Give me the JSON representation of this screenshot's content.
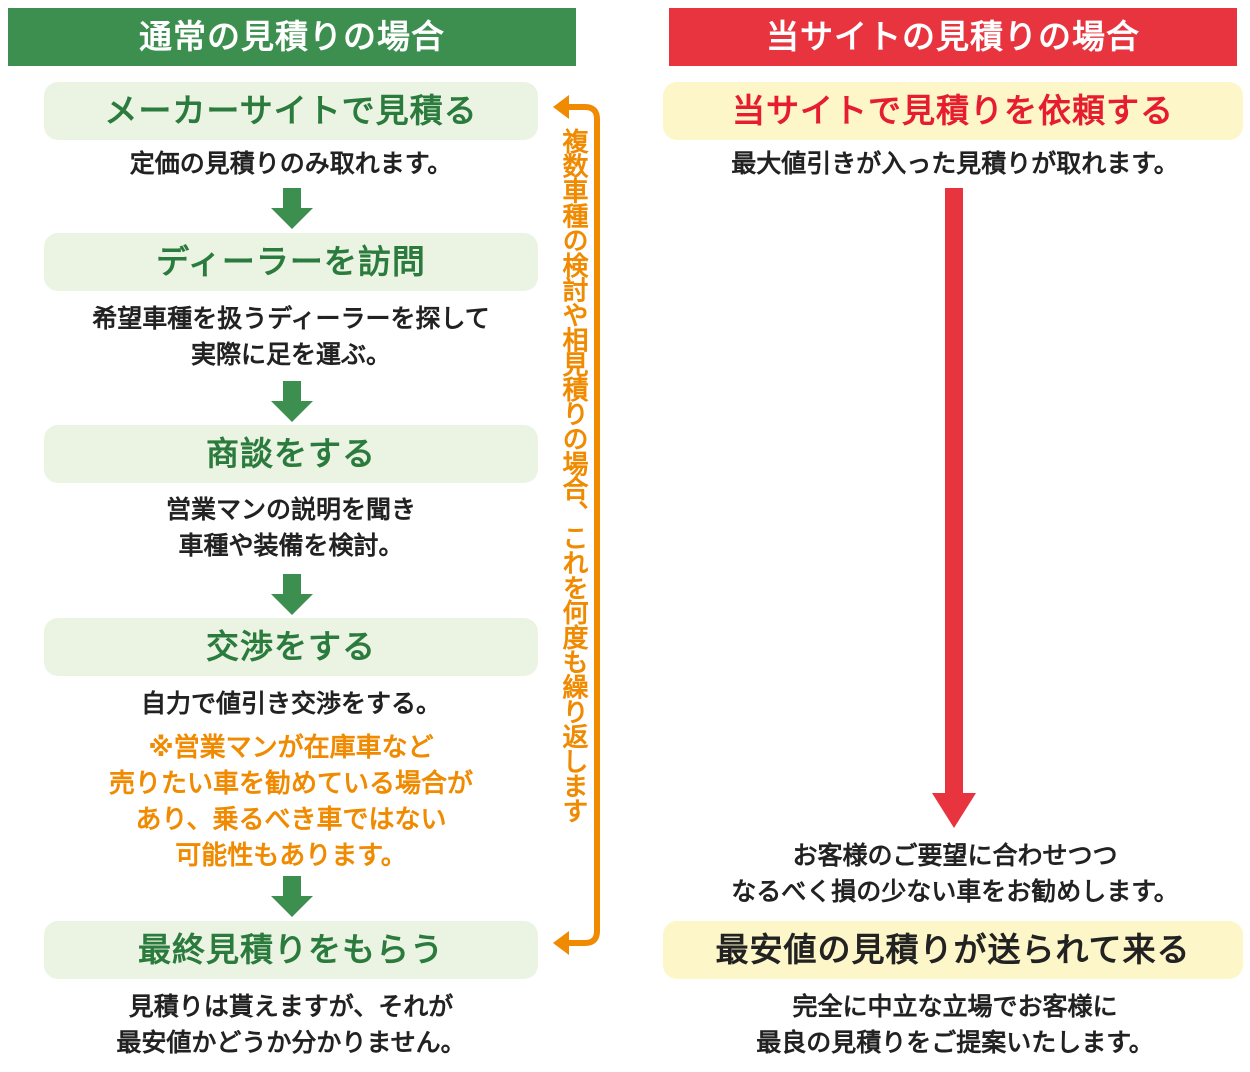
{
  "colors": {
    "green": "#3d8f50",
    "green_text": "#2c7b3e",
    "green_box": "#ebf4e2",
    "red": "#e8343e",
    "yellow_box": "#fdf6c8",
    "orange": "#f08a00"
  },
  "left": {
    "header": "通常の見積りの場合",
    "steps": [
      {
        "title": "メーカーサイトで見積る",
        "desc": [
          "定価の見積りのみ取れます。"
        ]
      },
      {
        "title": "ディーラーを訪問",
        "desc": [
          "希望車種を扱うディーラーを探して",
          "実際に足を運ぶ。"
        ]
      },
      {
        "title": "商談をする",
        "desc": [
          "営業マンの説明を聞き",
          "車種や装備を検討。"
        ]
      },
      {
        "title": "交渉をする",
        "desc": [
          "自力で値引き交渉をする。"
        ],
        "note": [
          "※営業マンが在庫車など",
          "売りたい車を勧めている場合が",
          "あり、乗るべき車ではない",
          "可能性もあります。"
        ]
      },
      {
        "title": "最終見積りをもらう",
        "desc": [
          "見積りは貰えますが、それが",
          "最安値かどうか分かりません。"
        ]
      }
    ],
    "loop_text": "複数車種の検討や相見積りの場合、これを何度も繰り返します"
  },
  "right": {
    "header": "当サイトの見積りの場合",
    "steps": [
      {
        "title": "当サイトで見積りを依頼する",
        "desc": [
          "最大値引きが入った見積りが取れます。"
        ]
      },
      {
        "title": "最安値の見積りが送られて来る",
        "pre": [
          "お客様のご要望に合わせつつ",
          "なるべく損の少ない車をお勧めします。"
        ],
        "desc": [
          "完全に中立な立場でお客様に",
          "最良の見積りをご提案いたします。"
        ]
      }
    ]
  }
}
